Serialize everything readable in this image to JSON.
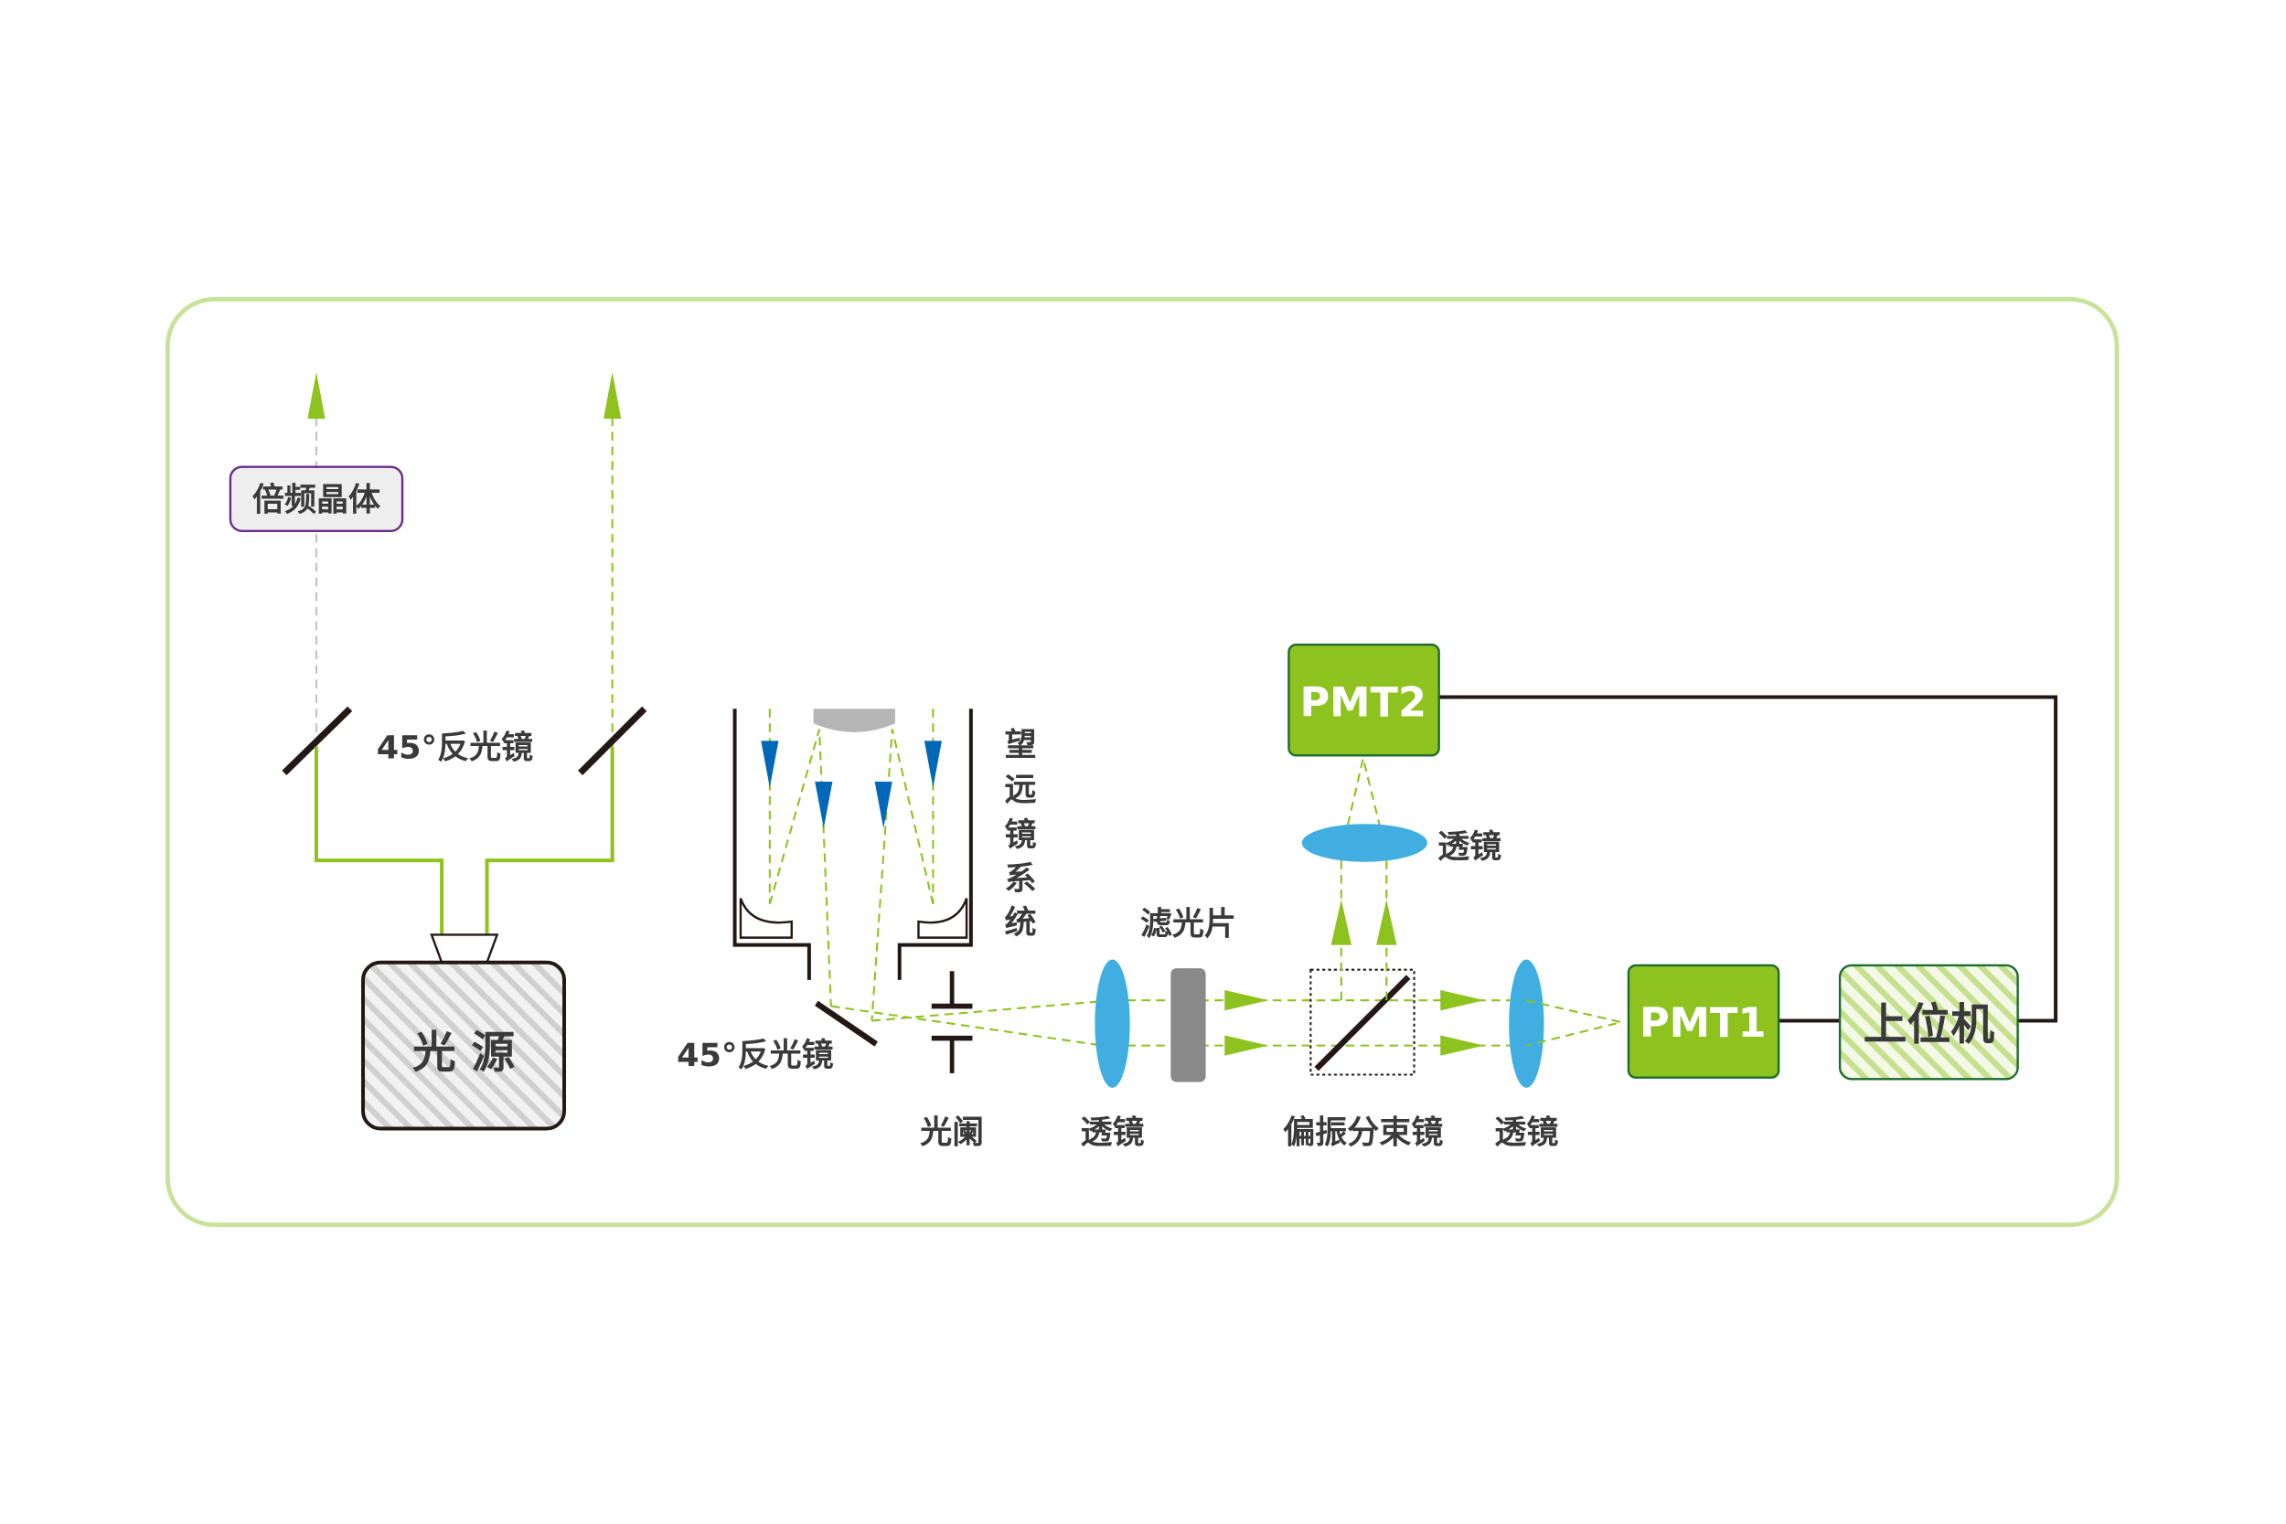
{
  "labels": {
    "crystal": "倍频晶体",
    "mirror_top": "45°反光镜",
    "light_source": "光 源",
    "telescope": [
      "望",
      "远",
      "镜",
      "系",
      "统"
    ],
    "mirror_bottom": "45°反光镜",
    "aperture": "光阑",
    "lens1": "透镜",
    "filter": "滤光片",
    "pbs": "偏振分束镜",
    "lens2": "透镜",
    "lens_top": "透镜",
    "pmt1": "PMT1",
    "pmt2": "PMT2",
    "host": "上位机"
  },
  "colors": {
    "frame": "#c8e29a",
    "beam": "#8dc21f",
    "pmt_fill": "#8dc21f",
    "pmt_stroke": "#1e6b2e",
    "lens": "#40aee0",
    "blue_arrow": "#0068b7",
    "filter": "#898989",
    "crystal_stroke": "#6a2c8a"
  }
}
